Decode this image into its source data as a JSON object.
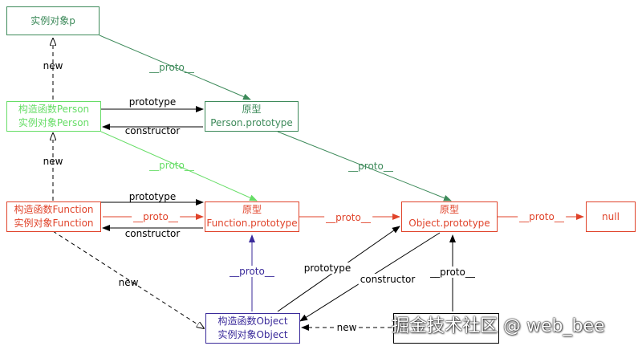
{
  "colors": {
    "green_dark": "#3d8a5a",
    "green_light": "#66dd66",
    "red": "#e0432a",
    "purple": "#3a2a9a",
    "black": "#000000"
  },
  "nodes": {
    "instance_p": {
      "line1": "实例对象p"
    },
    "person_ctor": {
      "line1": "构造函数Person",
      "line2": "实例对象Person"
    },
    "person_proto": {
      "line1": "原型",
      "line2": "Person.prototype"
    },
    "function_ctor": {
      "line1": "构造函数Function",
      "line2": "实例对象Function"
    },
    "function_proto": {
      "line1": "原型",
      "line2": "Function.prototype"
    },
    "object_proto": {
      "line1": "原型",
      "line2": "Object.prototype"
    },
    "null_node": {
      "line1": "null"
    },
    "object_ctor": {
      "line1": "构造函数Object",
      "line2": "实例对象Object"
    }
  },
  "edge_labels": {
    "new_p": "new",
    "proto_p": "__proto__",
    "prototype_person": "prototype",
    "constructor_person": "constructor",
    "new_person": "new",
    "proto_person_light": "__proto__",
    "proto_person_proto": "__proto__",
    "prototype_function": "prototype",
    "proto_function": "__proto__",
    "constructor_function": "constructor",
    "proto_function_proto": "__proto__",
    "proto_object_proto": "__proto__",
    "new_object": "new",
    "proto_object_ctor": "__proto__",
    "prototype_object": "prototype",
    "constructor_object": "constructor",
    "proto_hidden": "__proto__",
    "new_hidden": "new"
  },
  "watermark": "掘金技术社区 @ web_bee"
}
